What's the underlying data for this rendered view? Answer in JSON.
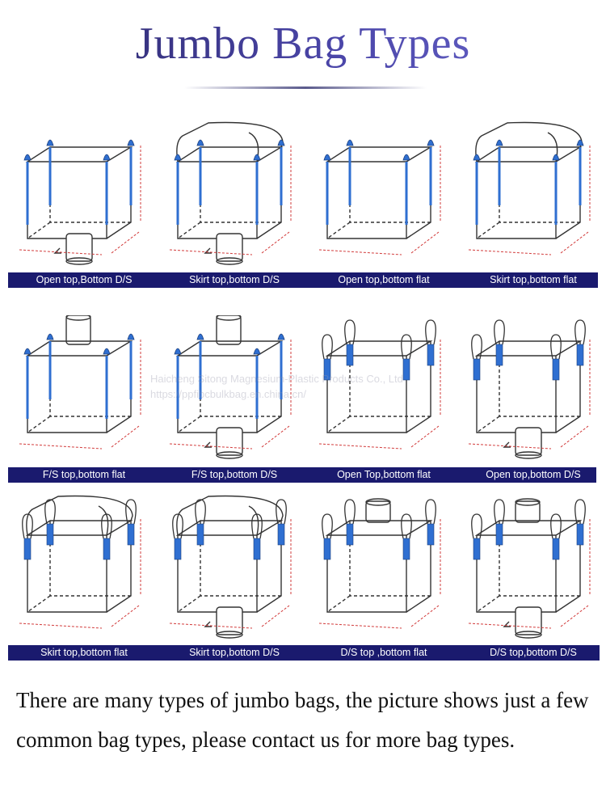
{
  "header": {
    "title": "Jumbo Bag Types"
  },
  "rows": [
    {
      "labels": [
        "Open top,Bottom D/S",
        "Skirt top,bottom D/S",
        "Open top,bottom flat",
        "Skirt top,bottom flat"
      ]
    },
    {
      "labels": [
        "F/S top,bottom flat",
        "F/S top,bottom D/S",
        "Open Top,bottom flat",
        "Open top,bottom D/S"
      ]
    },
    {
      "labels": [
        "Skirt top,bottom flat",
        "Skirt top,bottom D/S",
        "D/S top ,bottom flat",
        "D/S top,bottom D/S"
      ]
    }
  ],
  "watermark": {
    "line1": "Haicheng Sitong Magnesium-Plastic Products Co., Ltd",
    "line2": "https://ppfibcbulkbag.en.china.cn/"
  },
  "description": "There are many types of jumbo bags, the picture shows just a few common bag types, please contact us for more bag types.",
  "colors": {
    "caption_bar": "#1a1a6e",
    "loop_blue": "#2f6fd1",
    "title": "#3d3a8c"
  }
}
